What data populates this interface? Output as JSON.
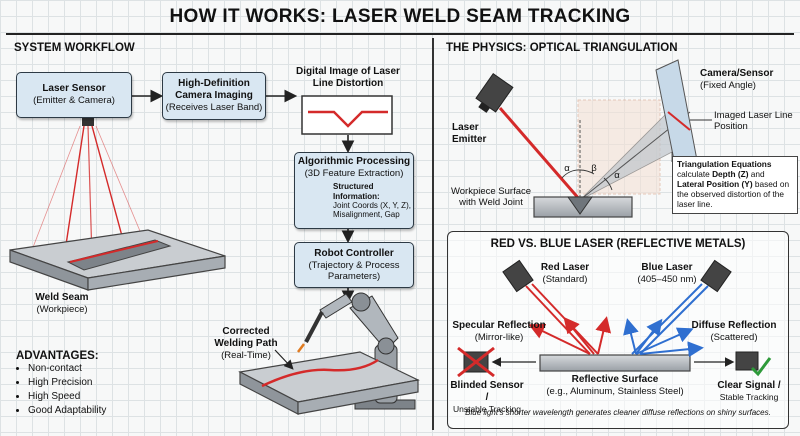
{
  "title": "HOW IT WORKS: LASER WELD SEAM TRACKING",
  "workflow": {
    "heading": "SYSTEM WORKFLOW",
    "sensor": {
      "title": "Laser Sensor",
      "sub": "(Emitter & Camera)"
    },
    "camera": {
      "title": "High-Definition Camera Imaging",
      "sub": "(Receives Laser Band)"
    },
    "digital_image": {
      "title": "Digital Image of Laser Line Distortion"
    },
    "algo": {
      "title": "Algorithmic Processing",
      "sub": "(3D Feature Extraction)",
      "info_title": "Structured Information:",
      "info_line1": "Joint Coords (X, Y, Z),",
      "info_line2": "Misalignment, Gap"
    },
    "robot": {
      "title": "Robot Controller",
      "sub1": "(Trajectory & Process",
      "sub2": "Parameters)"
    },
    "corrected": {
      "title": "Corrected Welding Path",
      "sub": "(Real-Time)"
    },
    "weld_seam": {
      "title": "Weld Seam",
      "sub": "(Workpiece)"
    },
    "advantages": {
      "title": "ADVANTAGES:",
      "items": [
        "Non-contact",
        "High Precision",
        "High Speed",
        "Good Adaptability"
      ]
    }
  },
  "physics": {
    "heading": "THE PHYSICS: OPTICAL TRIANGULATION",
    "emitter": "Laser Emitter",
    "camera": {
      "title": "Camera/Sensor",
      "sub": "(Fixed Angle)"
    },
    "imaged": "Imaged Laser Line Position",
    "workpiece": "Workpiece Surface with Weld Joint",
    "angle1": "α",
    "angle2": "β",
    "angle3": "α",
    "eq": {
      "t1": "Triangulation Equations",
      "t2": " calculate ",
      "t3": "Depth (Z)",
      "t4": " and ",
      "t5": "Lateral Position (Y)",
      "t6": " based on the observed distortion of the laser line."
    }
  },
  "lasers": {
    "heading": "RED VS. BLUE LASER (REFLECTIVE METALS)",
    "red": {
      "title": "Red Laser",
      "sub": "(Standard)"
    },
    "blue": {
      "title": "Blue Laser",
      "sub": "(405–450 nm)"
    },
    "specular": {
      "title": "Specular Reflection",
      "sub": "(Mirror-like)"
    },
    "diffuse": {
      "title": "Diffuse Reflection",
      "sub": "(Scattered)"
    },
    "surface": {
      "title": "Reflective Surface",
      "sub": "(e.g., Aluminum, Stainless Steel)"
    },
    "blinded": {
      "title": "Blinded Sensor /",
      "sub": "Unstable Tracking"
    },
    "clear": {
      "title": "Clear Signal /",
      "sub": "Stable Tracking"
    },
    "footnote": "Blue light's shorter wavelength generates cleaner diffuse reflections on shiny surfaces."
  },
  "colors": {
    "box": "#d9e7f2",
    "red": "#d42a2a",
    "blue": "#2f6fd0",
    "green": "#2e9a3a"
  }
}
